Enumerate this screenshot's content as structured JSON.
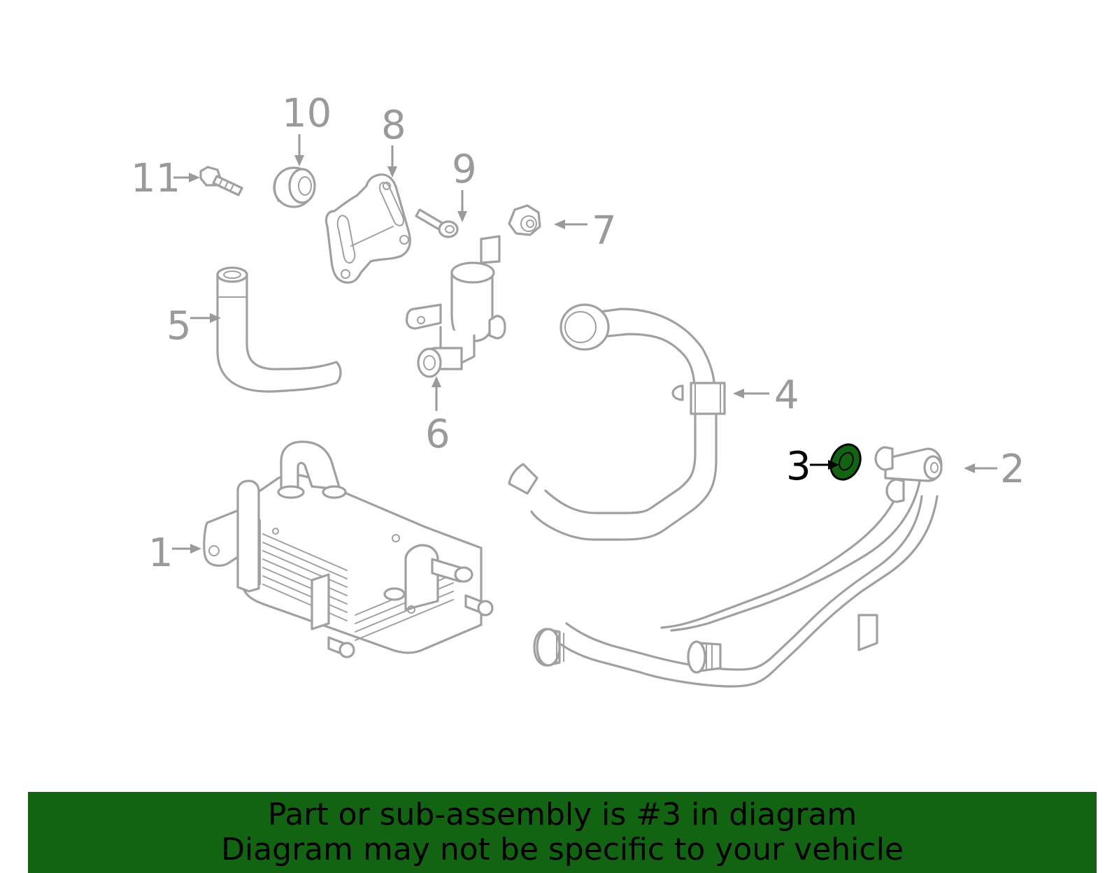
{
  "diagram": {
    "highlight_color": "#126412",
    "line_color": "#a0a0a0",
    "highlighted_part": "3",
    "callouts": [
      {
        "id": "1",
        "label": "1"
      },
      {
        "id": "2",
        "label": "2"
      },
      {
        "id": "3",
        "label": "3"
      },
      {
        "id": "4",
        "label": "4"
      },
      {
        "id": "5",
        "label": "5"
      },
      {
        "id": "6",
        "label": "6"
      },
      {
        "id": "7",
        "label": "7"
      },
      {
        "id": "8",
        "label": "8"
      },
      {
        "id": "9",
        "label": "9"
      },
      {
        "id": "10",
        "label": "10"
      },
      {
        "id": "11",
        "label": "11"
      }
    ]
  },
  "banner": {
    "background": "#126412",
    "line1": "Part or sub-assembly is #3 in diagram",
    "line2": "Diagram may not be specific to your vehicle"
  }
}
